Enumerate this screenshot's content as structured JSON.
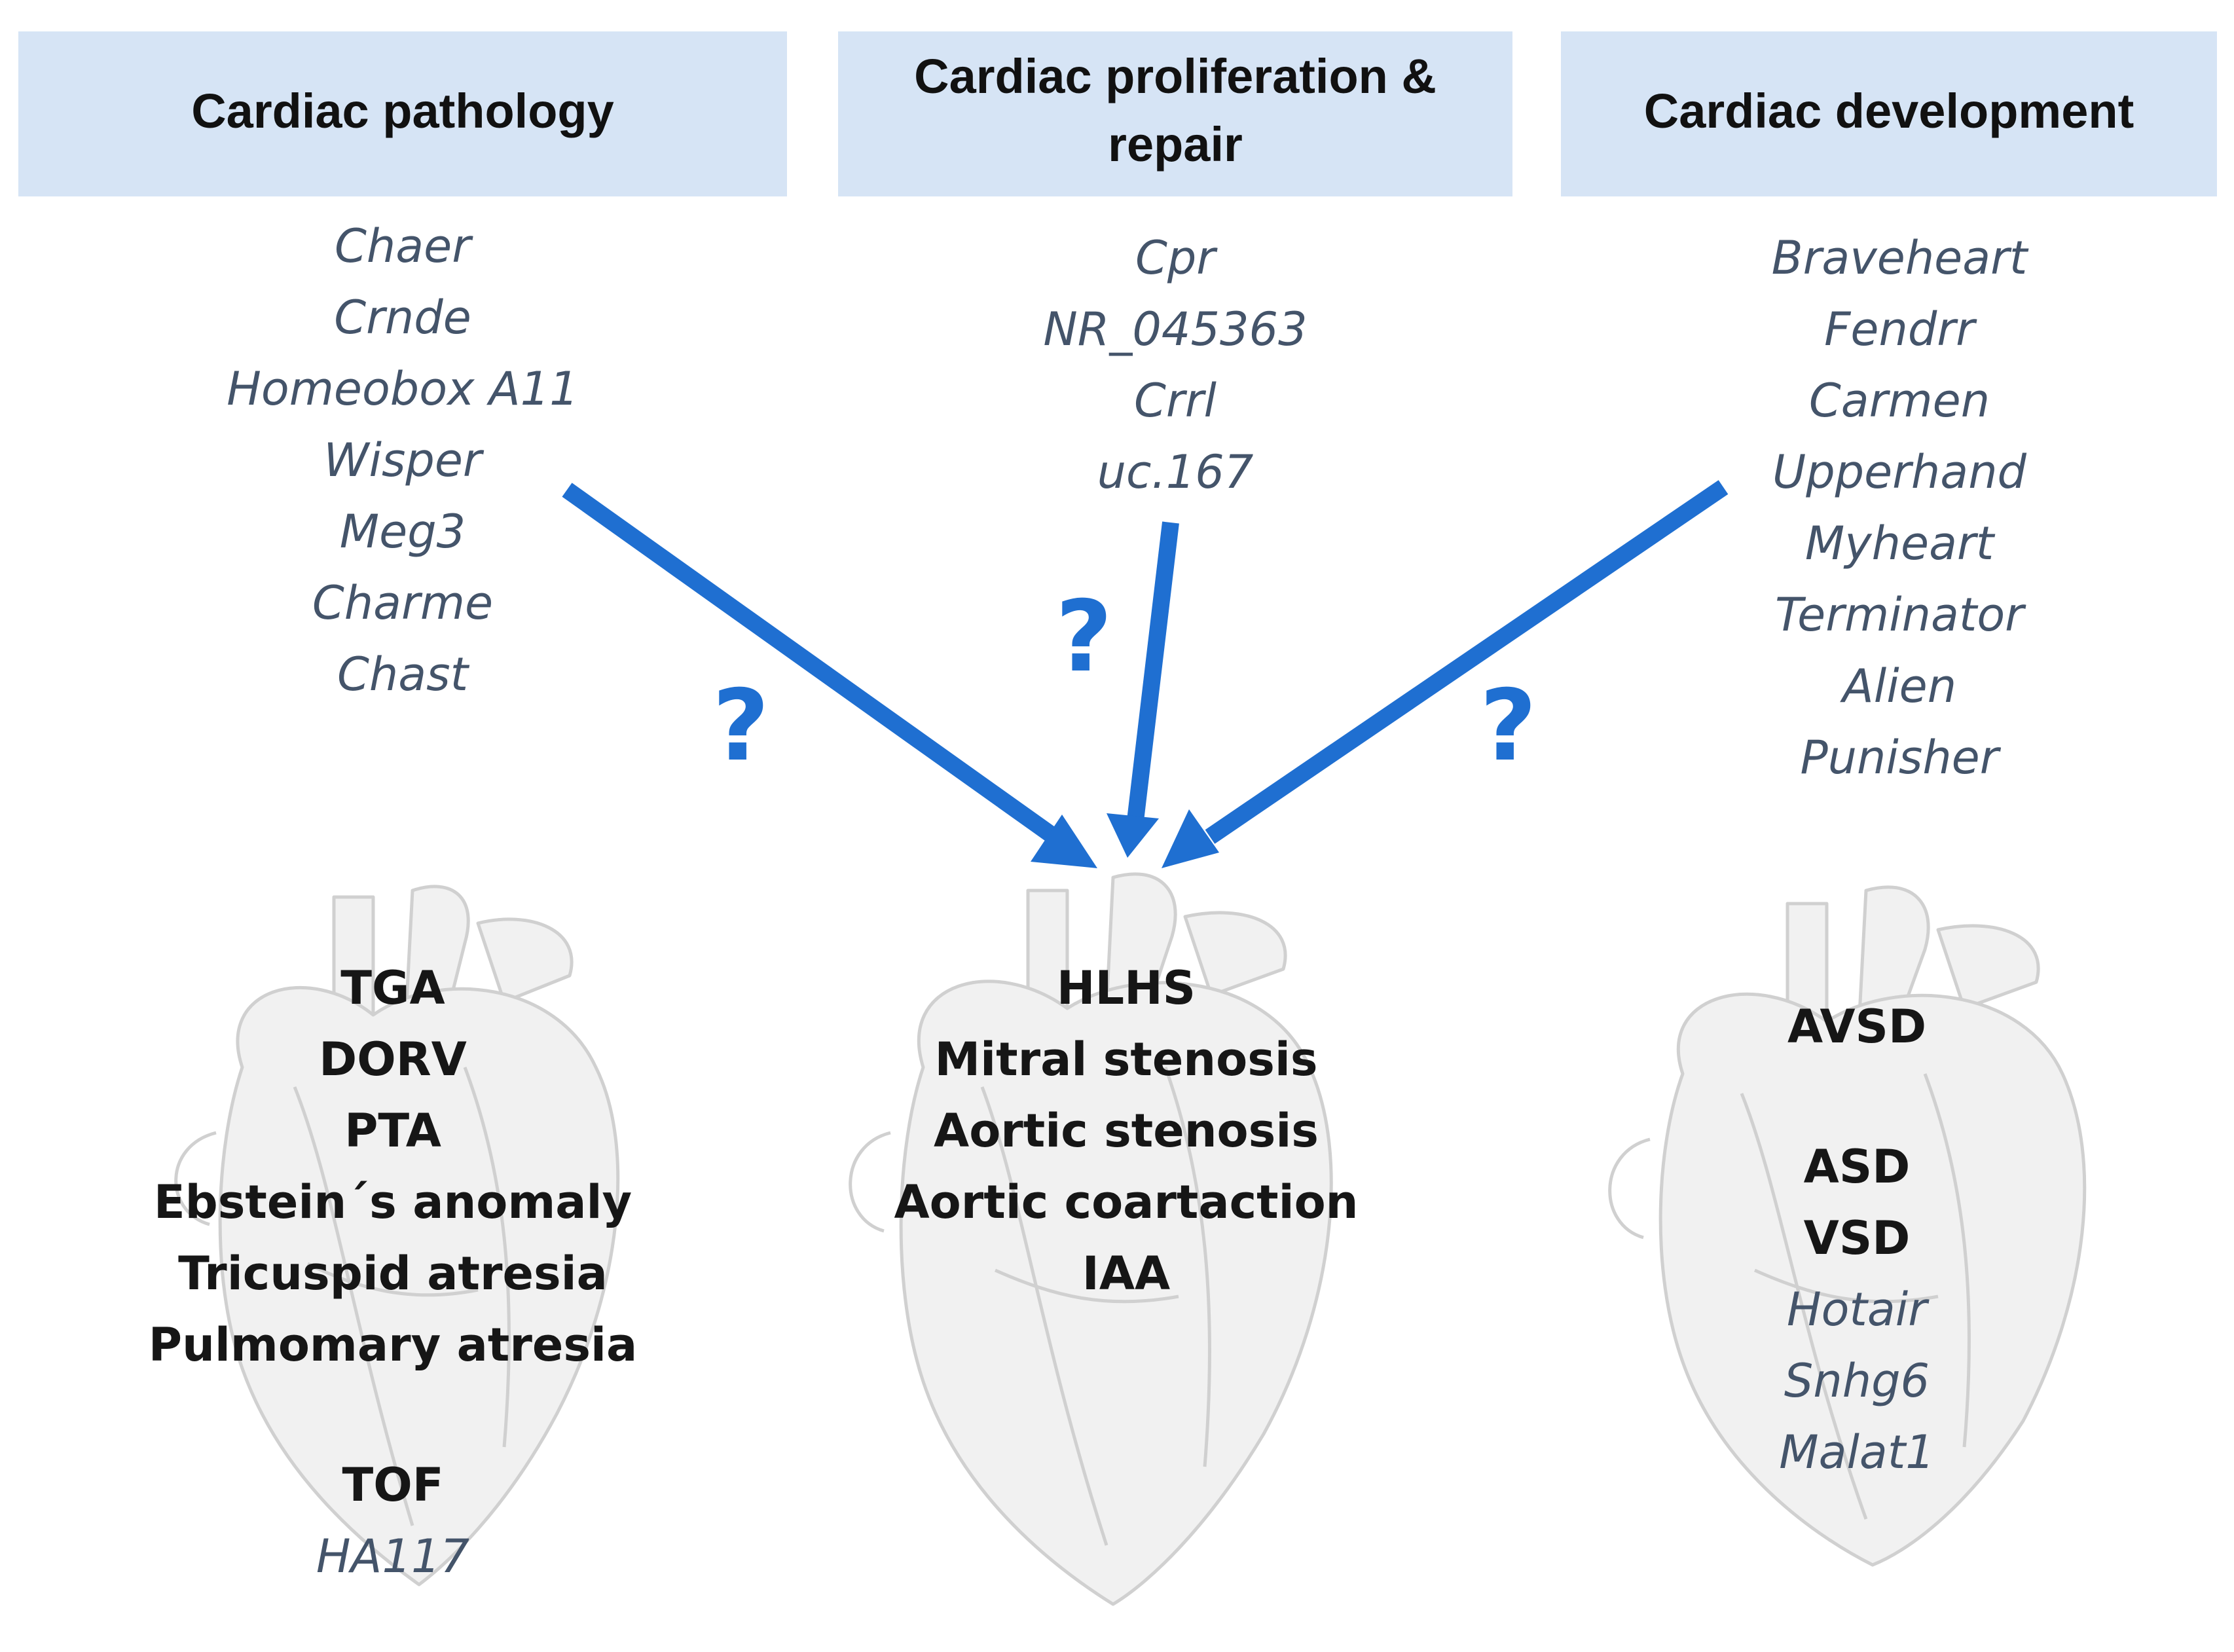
{
  "headers": {
    "pathology": "Cardiac pathology",
    "proliferation": "Cardiac proliferation & repair",
    "development": "Cardiac development"
  },
  "genes": {
    "pathology": [
      "Chaer",
      "Crnde",
      "Homeobox A11",
      "Wisper",
      "Meg3",
      "Charme",
      "Chast"
    ],
    "proliferation": [
      "Cpr",
      "NR_045363",
      "Crrl",
      "uc.167"
    ],
    "development": [
      "Braveheart",
      "Fendrr",
      "Carmen",
      "Upperhand",
      "Myheart",
      "Terminator",
      "Alien",
      "Punisher"
    ]
  },
  "question_mark": "?",
  "diseases": {
    "left": {
      "items": [
        "TGA",
        "DORV",
        "PTA",
        "Ebstein´s anomaly",
        "Tricuspid atresia",
        "Pulmomary atresia"
      ],
      "extra": "TOF",
      "gene": "HA117"
    },
    "middle": {
      "items": [
        "HLHS",
        "Mitral stenosis",
        "Aortic stenosis",
        "Aortic coartaction",
        "IAA"
      ]
    },
    "right": {
      "top": "AVSD",
      "items": [
        "ASD",
        "VSD"
      ],
      "genes": [
        "Hotair",
        "Snhg6",
        "Malat1"
      ]
    }
  },
  "colors": {
    "header_fill": "#d6e4f5",
    "arrow": "#1f6fd1",
    "gene_text": "#44546a",
    "disease_text": "#161616",
    "heart_sketch": "#c9c9c9"
  }
}
